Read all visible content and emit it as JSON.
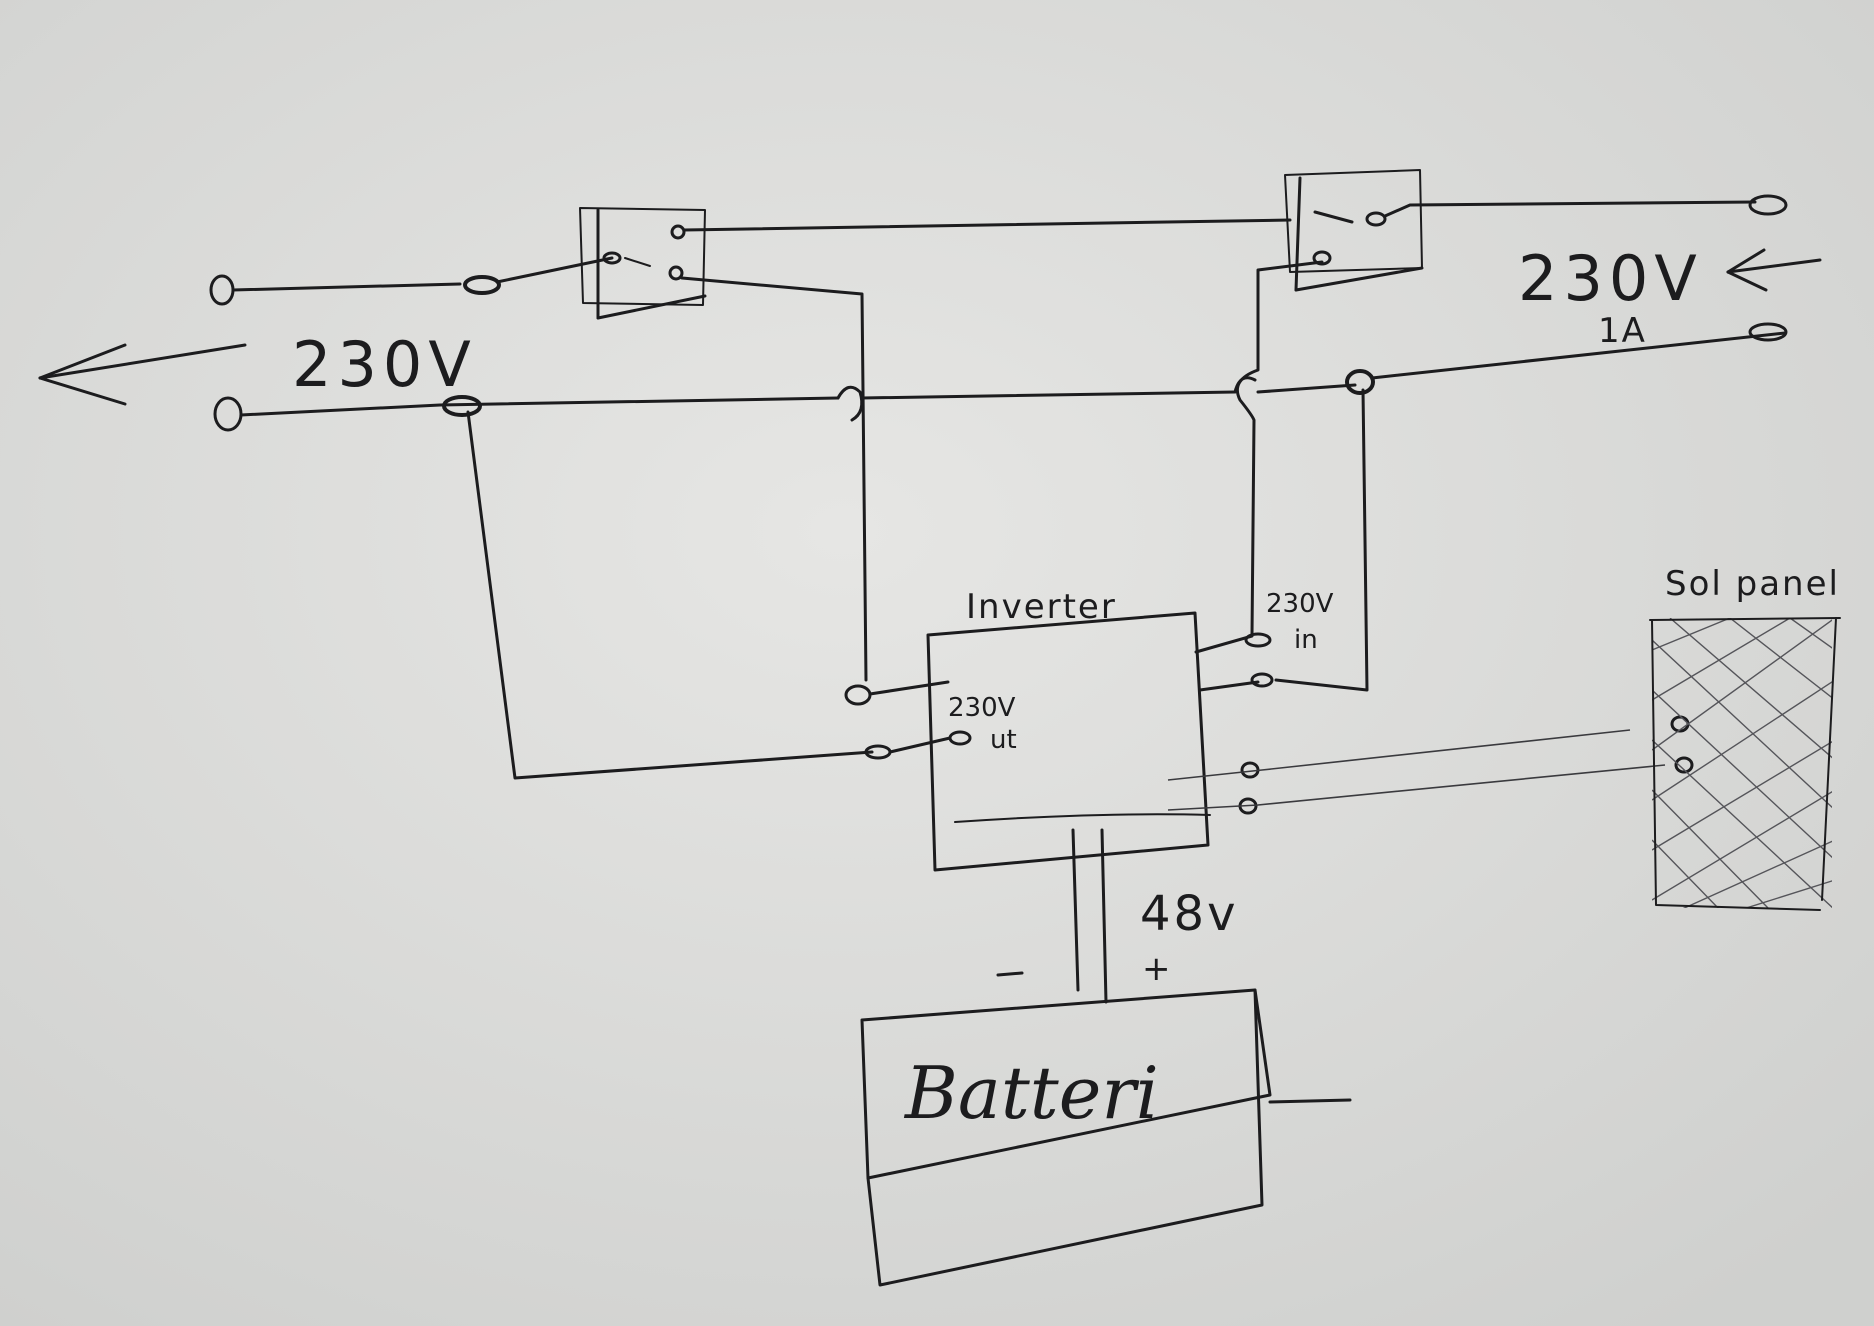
{
  "labels": {
    "out_voltage": "230V",
    "in_voltage": "230V",
    "in_current": "1A",
    "inverter": "Inverter",
    "inverter_in_voltage": "230V",
    "inverter_in": "in",
    "inverter_out_voltage": "230V",
    "inverter_out": "ut",
    "battery_voltage": "48v",
    "battery_minus": "–",
    "battery_plus": "+",
    "battery": "Batteri",
    "solar_panel": "Sol panel"
  },
  "colors": {
    "paper": "#dcdcda",
    "ink": "#1c1c1e"
  }
}
